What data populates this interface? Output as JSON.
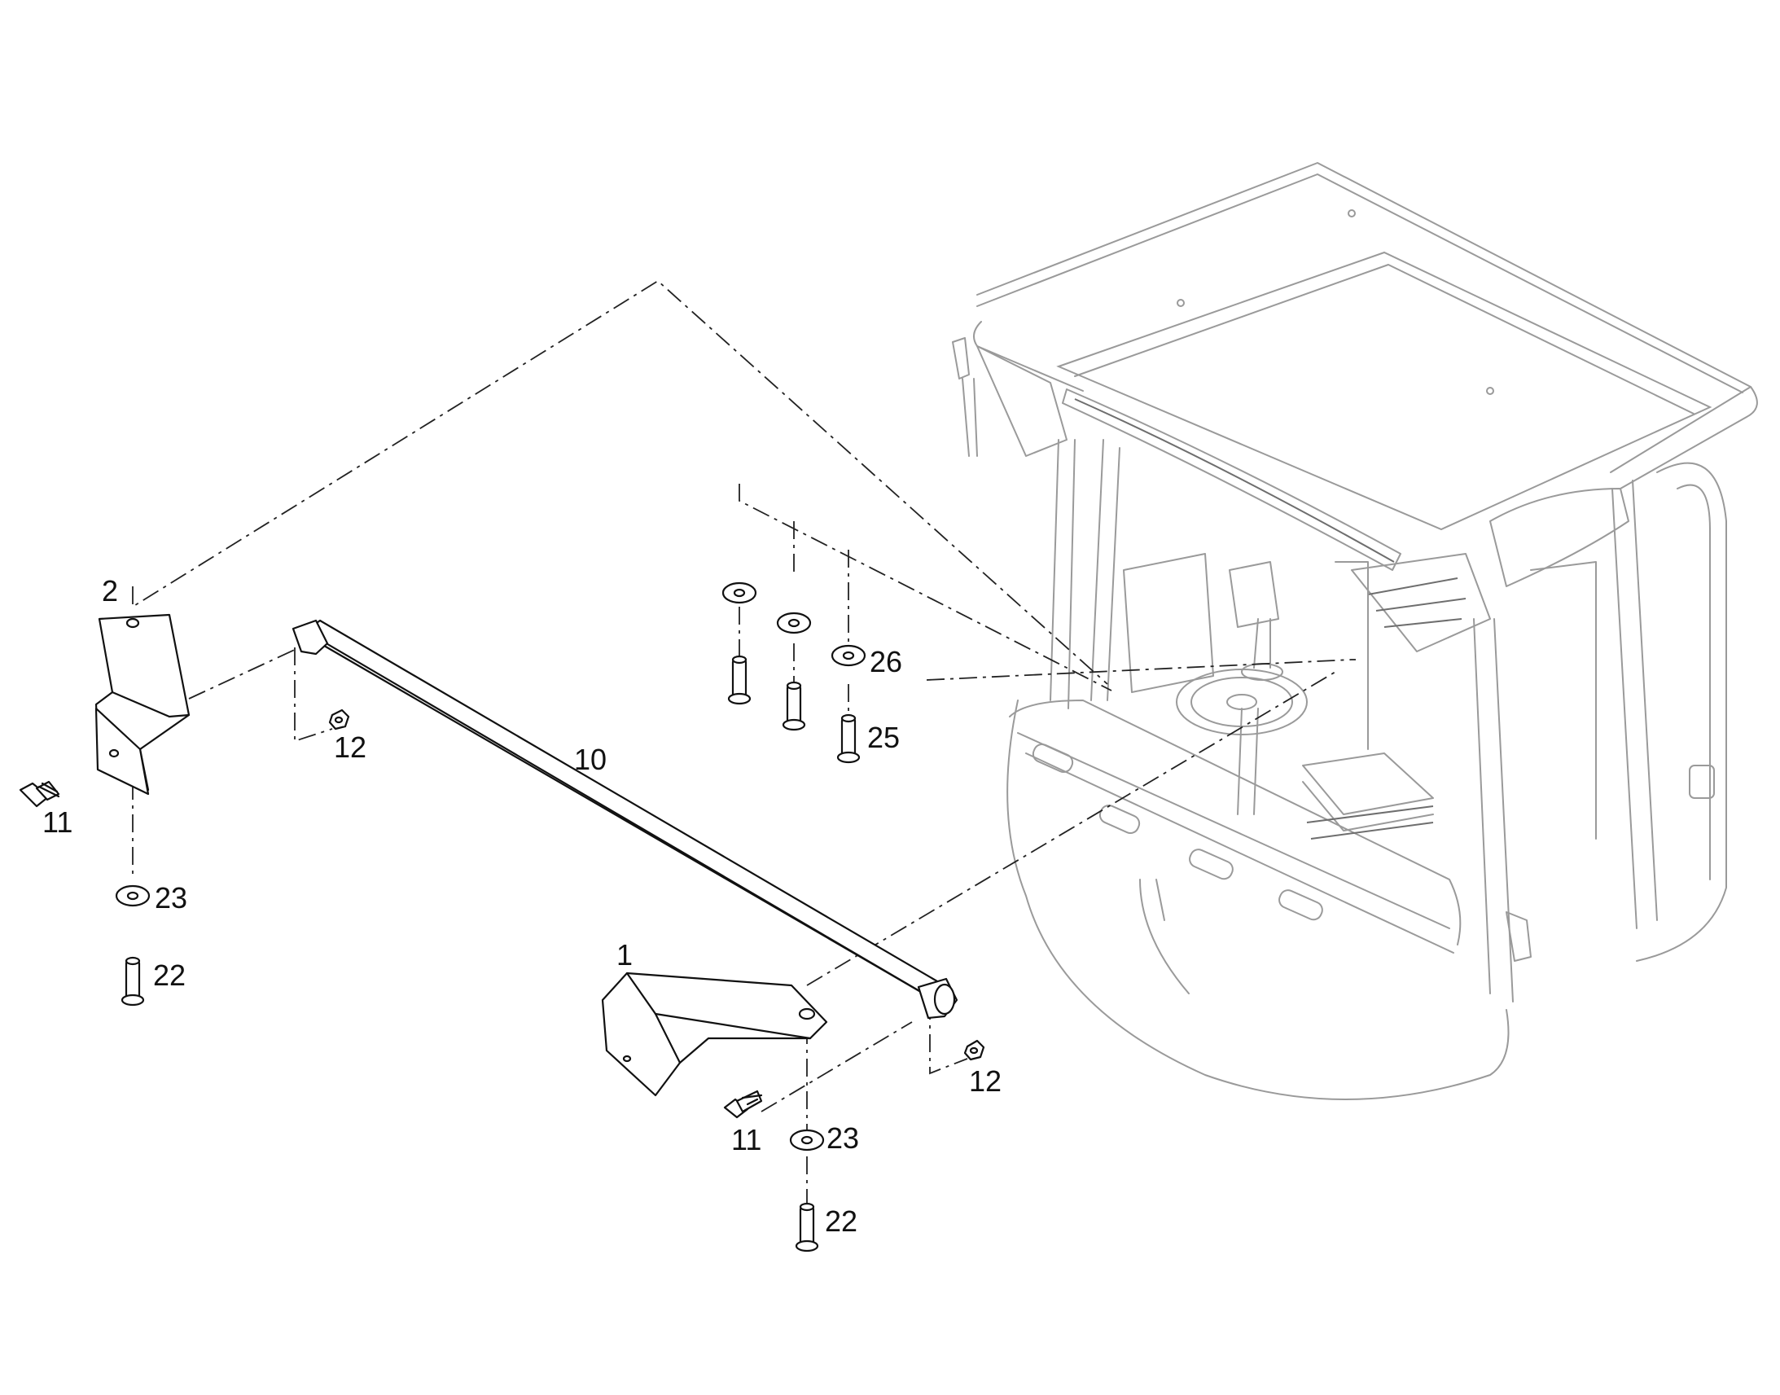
{
  "callouts": {
    "c1": "1",
    "c2": "2",
    "c10": "10",
    "c11_left": "11",
    "c11_right": "11",
    "c12_left": "12",
    "c12_right": "12",
    "c22_left": "22",
    "c22_right": "22",
    "c23_left": "23",
    "c23_right": "23",
    "c25": "25",
    "c26": "26"
  },
  "colors": {
    "line": "#111111",
    "background_assembly": "#9a9a9a",
    "background": "#ffffff"
  }
}
